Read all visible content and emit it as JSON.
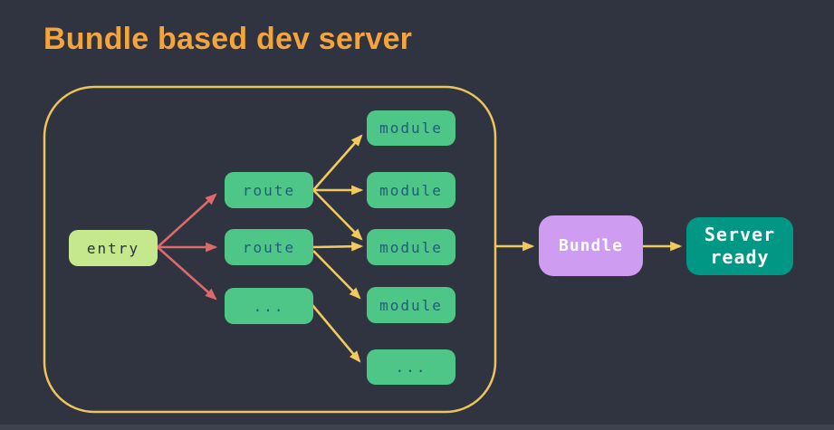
{
  "title": "Bundle based dev server",
  "colors": {
    "background": "#2f3440",
    "strip": "#3d434e",
    "title": "#f4a43c",
    "container_border": "#edc35b",
    "arrow_yellow": "#f2c95e",
    "arrow_red": "#dc6a6a",
    "green_node_bg": "#4ec687",
    "green_node_text": "#205e78",
    "entry_bg": "#c5e88d",
    "entry_text": "#2b3140",
    "bundle_bg": "#ce9cf1",
    "bundle_text": "#ffffff",
    "server_bg": "#009884",
    "server_text": "#ffffff"
  },
  "nodes": {
    "entry": {
      "label": "entry"
    },
    "route1": {
      "label": "route"
    },
    "route2": {
      "label": "route"
    },
    "routes_more": {
      "label": "..."
    },
    "module1": {
      "label": "module"
    },
    "module2": {
      "label": "module"
    },
    "module3": {
      "label": "module"
    },
    "module4": {
      "label": "module"
    },
    "modules_more": {
      "label": "..."
    },
    "bundle": {
      "label": "Bundle"
    },
    "server": {
      "label_line1": "Server",
      "label_line2": "ready"
    }
  },
  "edges": [
    {
      "from": "entry",
      "to": "route1",
      "color": "red"
    },
    {
      "from": "entry",
      "to": "route2",
      "color": "red"
    },
    {
      "from": "entry",
      "to": "routes_more",
      "color": "red"
    },
    {
      "from": "route1",
      "to": "module1",
      "color": "yellow"
    },
    {
      "from": "route1",
      "to": "module2",
      "color": "yellow"
    },
    {
      "from": "route1",
      "to": "module3",
      "color": "yellow"
    },
    {
      "from": "route2",
      "to": "module3",
      "color": "yellow"
    },
    {
      "from": "route2",
      "to": "module4",
      "color": "yellow"
    },
    {
      "from": "routes_more",
      "to": "modules_more",
      "color": "yellow"
    },
    {
      "from": "container",
      "to": "bundle",
      "color": "yellow"
    },
    {
      "from": "bundle",
      "to": "server",
      "color": "yellow"
    }
  ]
}
